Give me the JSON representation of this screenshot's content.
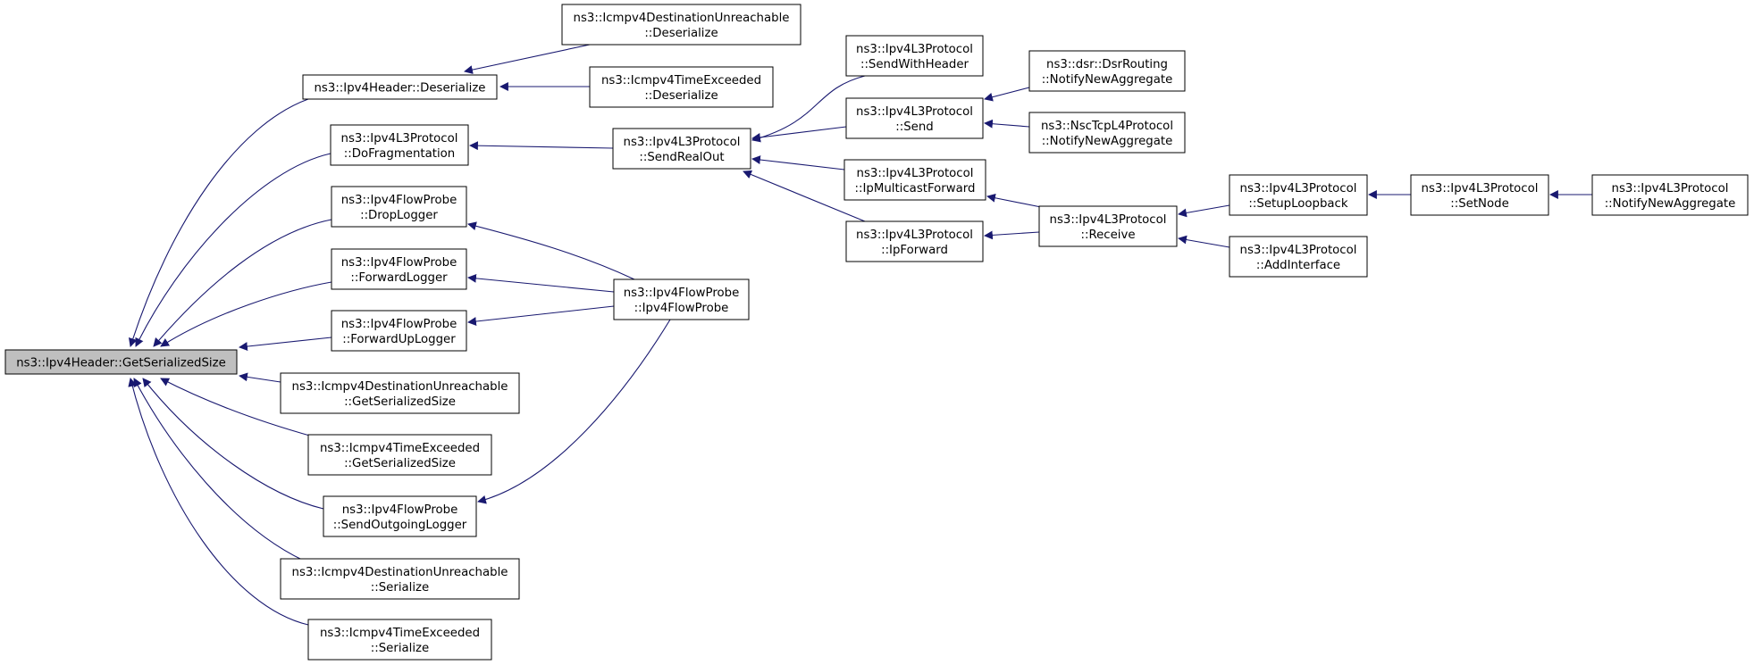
{
  "diagram": {
    "colors": {
      "edge": "#191970",
      "node_border": "#000000",
      "root_fill": "#bfbfbf",
      "node_fill": "#ffffff"
    },
    "nodes": [
      {
        "id": "root",
        "lines": [
          "ns3::Ipv4Header::GetSerializedSize"
        ],
        "root": true
      },
      {
        "id": "hdr-deserialize",
        "lines": [
          "ns3::Ipv4Header::Deserialize"
        ]
      },
      {
        "id": "dofrag",
        "lines": [
          "ns3::Ipv4L3Protocol",
          "::DoFragmentation"
        ]
      },
      {
        "id": "droplogger",
        "lines": [
          "ns3::Ipv4FlowProbe",
          "::DropLogger"
        ]
      },
      {
        "id": "fwdlogger",
        "lines": [
          "ns3::Ipv4FlowProbe",
          "::ForwardLogger"
        ]
      },
      {
        "id": "fwduplogger",
        "lines": [
          "ns3::Ipv4FlowProbe",
          "::ForwardUpLogger"
        ]
      },
      {
        "id": "du-getsize",
        "lines": [
          "ns3::Icmpv4DestinationUnreachable",
          "::GetSerializedSize"
        ]
      },
      {
        "id": "te-getsize",
        "lines": [
          "ns3::Icmpv4TimeExceeded",
          "::GetSerializedSize"
        ]
      },
      {
        "id": "sendoutlogger",
        "lines": [
          "ns3::Ipv4FlowProbe",
          "::SendOutgoingLogger"
        ]
      },
      {
        "id": "du-serialize",
        "lines": [
          "ns3::Icmpv4DestinationUnreachable",
          "::Serialize"
        ]
      },
      {
        "id": "te-serialize",
        "lines": [
          "ns3::Icmpv4TimeExceeded",
          "::Serialize"
        ]
      },
      {
        "id": "du-deserialize",
        "lines": [
          "ns3::Icmpv4DestinationUnreachable",
          "::Deserialize"
        ]
      },
      {
        "id": "te-deserialize",
        "lines": [
          "ns3::Icmpv4TimeExceeded",
          "::Deserialize"
        ]
      },
      {
        "id": "sendrealout",
        "lines": [
          "ns3::Ipv4L3Protocol",
          "::SendRealOut"
        ]
      },
      {
        "id": "flowprobe-ctor",
        "lines": [
          "ns3::Ipv4FlowProbe",
          "::Ipv4FlowProbe"
        ]
      },
      {
        "id": "sendwithheader",
        "lines": [
          "ns3::Ipv4L3Protocol",
          "::SendWithHeader"
        ]
      },
      {
        "id": "send",
        "lines": [
          "ns3::Ipv4L3Protocol",
          "::Send"
        ]
      },
      {
        "id": "ipmcastfwd",
        "lines": [
          "ns3::Ipv4L3Protocol",
          "::IpMulticastForward"
        ]
      },
      {
        "id": "ipfwd",
        "lines": [
          "ns3::Ipv4L3Protocol",
          "::IpForward"
        ]
      },
      {
        "id": "dsr-notify",
        "lines": [
          "ns3::dsr::DsrRouting",
          "::NotifyNewAggregate"
        ]
      },
      {
        "id": "nsc-notify",
        "lines": [
          "ns3::NscTcpL4Protocol",
          "::NotifyNewAggregate"
        ]
      },
      {
        "id": "receive",
        "lines": [
          "ns3::Ipv4L3Protocol",
          "::Receive"
        ]
      },
      {
        "id": "setuploopback",
        "lines": [
          "ns3::Ipv4L3Protocol",
          "::SetupLoopback"
        ]
      },
      {
        "id": "addinterface",
        "lines": [
          "ns3::Ipv4L3Protocol",
          "::AddInterface"
        ]
      },
      {
        "id": "setnode",
        "lines": [
          "ns3::Ipv4L3Protocol",
          "::SetNode"
        ]
      },
      {
        "id": "l3-notify",
        "lines": [
          "ns3::Ipv4L3Protocol",
          "::NotifyNewAggregate"
        ]
      }
    ],
    "edges": [
      {
        "from": "hdr-deserialize",
        "to": "root"
      },
      {
        "from": "dofrag",
        "to": "root"
      },
      {
        "from": "droplogger",
        "to": "root"
      },
      {
        "from": "fwdlogger",
        "to": "root"
      },
      {
        "from": "fwduplogger",
        "to": "root"
      },
      {
        "from": "du-getsize",
        "to": "root"
      },
      {
        "from": "te-getsize",
        "to": "root"
      },
      {
        "from": "sendoutlogger",
        "to": "root"
      },
      {
        "from": "du-serialize",
        "to": "root"
      },
      {
        "from": "te-serialize",
        "to": "root"
      },
      {
        "from": "du-deserialize",
        "to": "hdr-deserialize"
      },
      {
        "from": "te-deserialize",
        "to": "hdr-deserialize"
      },
      {
        "from": "sendrealout",
        "to": "dofrag"
      },
      {
        "from": "flowprobe-ctor",
        "to": "droplogger"
      },
      {
        "from": "flowprobe-ctor",
        "to": "fwdlogger"
      },
      {
        "from": "flowprobe-ctor",
        "to": "fwduplogger"
      },
      {
        "from": "flowprobe-ctor",
        "to": "sendoutlogger"
      },
      {
        "from": "sendwithheader",
        "to": "sendrealout"
      },
      {
        "from": "send",
        "to": "sendrealout"
      },
      {
        "from": "ipmcastfwd",
        "to": "sendrealout"
      },
      {
        "from": "ipfwd",
        "to": "sendrealout"
      },
      {
        "from": "dsr-notify",
        "to": "send"
      },
      {
        "from": "nsc-notify",
        "to": "send"
      },
      {
        "from": "receive",
        "to": "ipmcastfwd"
      },
      {
        "from": "receive",
        "to": "ipfwd"
      },
      {
        "from": "setuploopback",
        "to": "receive"
      },
      {
        "from": "addinterface",
        "to": "receive"
      },
      {
        "from": "setnode",
        "to": "setuploopback"
      },
      {
        "from": "l3-notify",
        "to": "setnode"
      }
    ]
  }
}
